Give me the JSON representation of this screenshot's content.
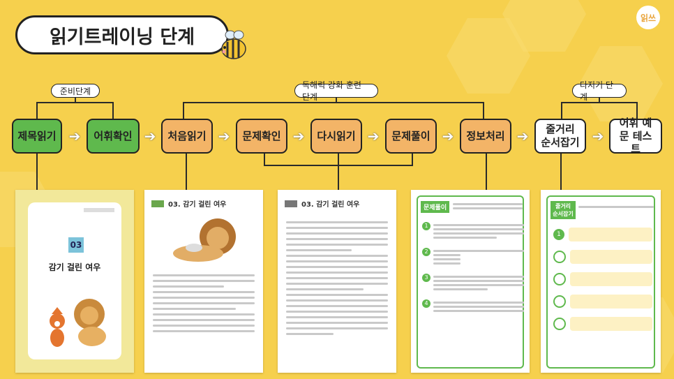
{
  "title": "읽기트레이닝 단계",
  "logo_text": "읽쓰",
  "stages": {
    "prep": "준비단계",
    "training": "독해력 강화 훈련 단계",
    "finish": "다지기 단계"
  },
  "steps": [
    "제목읽기",
    "어휘확인",
    "처음읽기",
    "문제확인",
    "다시읽기",
    "문제풀이",
    "정보처리",
    "줄거리 순서잡기",
    "어휘 예문 테스트"
  ],
  "story": {
    "number": "03",
    "title": "감기 걸린 여우",
    "heading1": "03. 감기 걸린 여우",
    "heading2": "03. 감기 걸린 여우"
  },
  "panel_labels": {
    "quiz": "문제풀이",
    "sequence": "줄거리 순서잡기"
  },
  "quiz_numbers": [
    "1",
    "2",
    "3",
    "4"
  ],
  "sequence_mark": "1",
  "colors": {
    "green": "#5fb94d",
    "orange": "#f3b467",
    "background": "#f6d04d"
  }
}
